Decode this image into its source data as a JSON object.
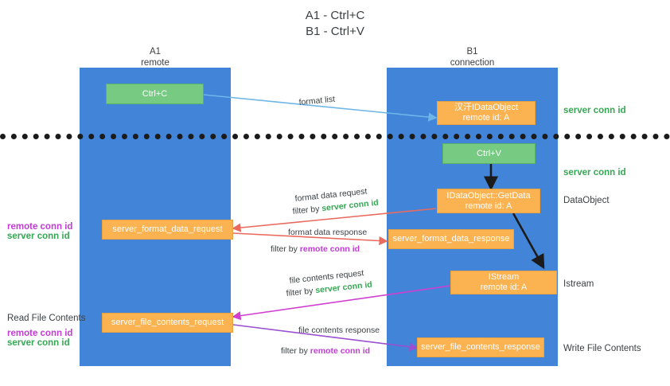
{
  "title": "A1 - Ctrl+C\nB1 - Ctrl+V",
  "columns": {
    "left": "A1\nremote",
    "right": "B1\nconnection"
  },
  "boxes": {
    "ctrl_c": "Ctrl+C",
    "ole_get_clipboard": "汉汗IDataObject\nremote id: A",
    "ctrl_v": "Ctrl+V",
    "idataobject_getdata": "IDataObject::GetData\nremote id: A",
    "server_format_data_request": "server_format_data_request",
    "server_format_data_response": "server_format_data_response",
    "istream": "IStream\nremote id: A",
    "server_file_contents_request": "server_file_contents_request",
    "server_file_contents_response": "server_file_contents_response"
  },
  "right_labels": {
    "server_conn_id_top": "server conn id",
    "server_conn_id_mid": "server conn id",
    "dataobject": "DataObject",
    "istream": "Istream",
    "write_file_contents": "Write File Contents"
  },
  "left_labels": {
    "remote_conn_id_1": "remote conn id",
    "server_conn_id_1": "server conn id",
    "read_file_contents": "Read File Contents",
    "remote_conn_id_2": "remote conn id",
    "server_conn_id_2": "server conn id"
  },
  "annotations": {
    "format_list": "format list",
    "format_data_request": "format data request",
    "filter_by_1_prefix": "filter by ",
    "filter_by_1_value": "server conn id",
    "format_data_response": "format data response",
    "filter_by_2_prefix": "filter by ",
    "filter_by_2_value": "remote conn id",
    "file_contents_request": "file contents request",
    "filter_by_3_prefix": "filter by ",
    "filter_by_3_value": "server conn id",
    "file_contents_response": "file contents response",
    "filter_by_4_prefix": "filter by ",
    "filter_by_4_value": "remote conn id"
  },
  "colors": {
    "lane": "#4285d8",
    "green_box": "#76ca82",
    "orange_box": "#fbb251",
    "server_conn_id": "#34a853",
    "remote_conn_id": "#c23bd6",
    "arrow_blue": "#6fb6e8",
    "arrow_red": "#ea6a5e",
    "arrow_magenta": "#d13fd1",
    "arrow_purple": "#9a4fd0",
    "arrow_black": "#1b1b1b"
  }
}
